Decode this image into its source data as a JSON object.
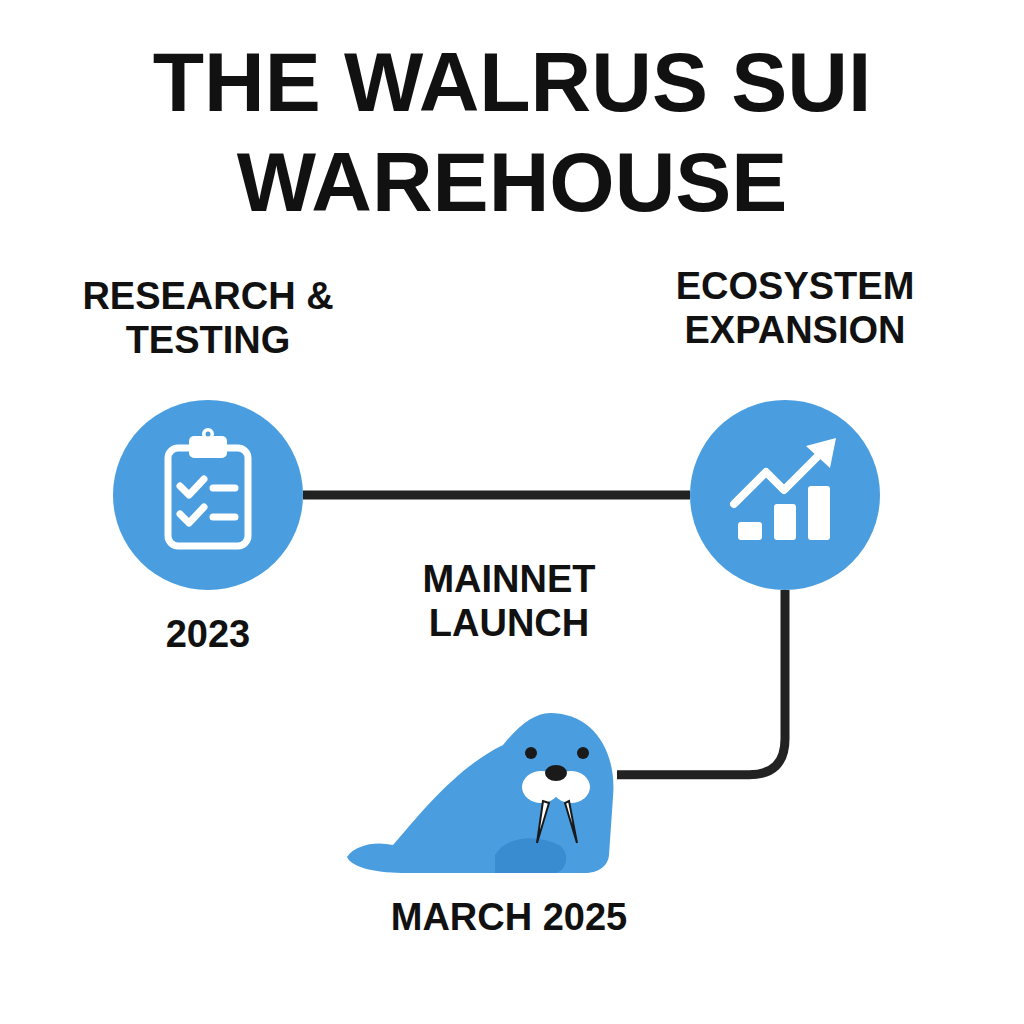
{
  "diagram": {
    "title": "THE WALRUS SUI WAREHOUSE",
    "nodes": [
      {
        "text": [
          "RESEARCH & TESTING",
          "2023"
        ]
      },
      {
        "text": [
          "ECOSYSTEM EXPANSION"
        ]
      },
      {
        "text": [
          "MAINNET LAUNCH",
          "MARCH 2025"
        ]
      }
    ],
    "edges": [
      {
        "from": 0,
        "to": 1,
        "arrow": "none"
      },
      {
        "from": 1,
        "to": 2,
        "arrow": "none"
      }
    ]
  }
}
